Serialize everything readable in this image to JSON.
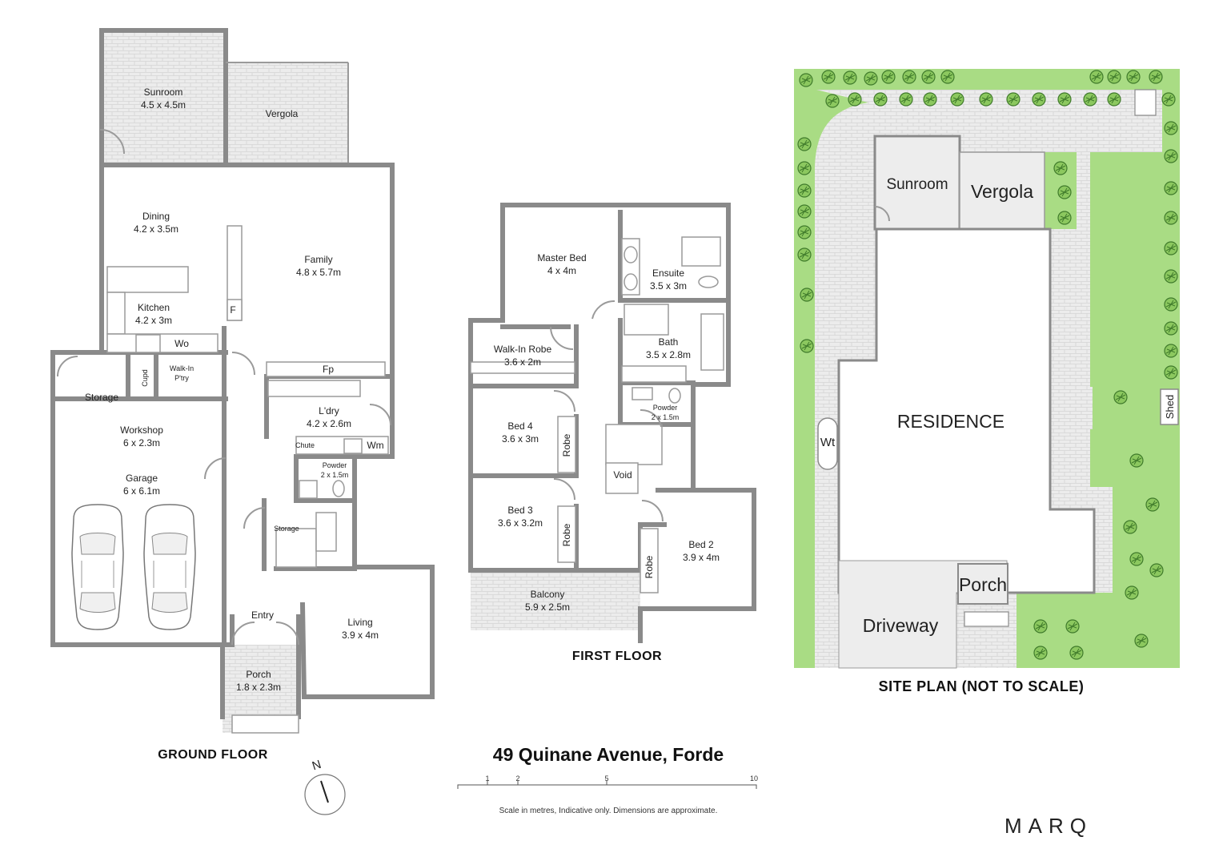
{
  "address": "49 Quinane Avenue, Forde",
  "brand": "MARQ",
  "scale_note": "Scale in metres, Indicative only. Dimensions are approximate.",
  "scale_ticks": [
    "1",
    "2",
    "5",
    "10"
  ],
  "compass_letter": "N",
  "ground_floor": {
    "heading": "GROUND FLOOR",
    "rooms": {
      "sunroom": {
        "name": "Sunroom",
        "dims": "4.5 x 4.5m"
      },
      "vergola": {
        "name": "Vergola"
      },
      "dining": {
        "name": "Dining",
        "dims": "4.2 x 3.5m"
      },
      "family": {
        "name": "Family",
        "dims": "4.8 x 5.7m"
      },
      "kitchen": {
        "name": "Kitchen",
        "dims": "4.2 x 3m"
      },
      "storage": {
        "name": "Storage"
      },
      "workshop": {
        "name": "Workshop",
        "dims": "6 x 2.3m"
      },
      "garage": {
        "name": "Garage",
        "dims": "6 x 6.1m"
      },
      "laundry": {
        "name": "L'dry",
        "dims": "4.2 x 2.6m"
      },
      "powder": {
        "name": "Powder",
        "dims": "2 x 1.5m"
      },
      "stair_storage": {
        "name": "Storage"
      },
      "entry": {
        "name": "Entry"
      },
      "living": {
        "name": "Living",
        "dims": "3.9 x 4m"
      },
      "porch": {
        "name": "Porch",
        "dims": "1.8 x 2.3m"
      },
      "walkin_pantry_1": "Walk-In",
      "walkin_pantry_2": "P'try"
    },
    "fixtures": {
      "fridge": "F",
      "wall_oven": "Wo",
      "fireplace": "Fp",
      "cupboard": "Cupd",
      "chute": "Chute",
      "washing_machine": "Wm"
    }
  },
  "first_floor": {
    "heading": "FIRST FLOOR",
    "rooms": {
      "master": {
        "name": "Master Bed",
        "dims": "4 x 4m"
      },
      "ensuite": {
        "name": "Ensuite",
        "dims": "3.5 x 3m"
      },
      "wir": {
        "name": "Walk-In Robe",
        "dims": "3.6 x 2m"
      },
      "bath": {
        "name": "Bath",
        "dims": "3.5 x 2.8m"
      },
      "powder": {
        "name": "Powder",
        "dims": "2 x 1.5m"
      },
      "bed4": {
        "name": "Bed 4",
        "dims": "3.6 x 3m"
      },
      "bed3": {
        "name": "Bed 3",
        "dims": "3.6 x 3.2m"
      },
      "bed2": {
        "name": "Bed 2",
        "dims": "3.9 x 4m"
      },
      "void": {
        "name": "Void"
      },
      "balcony": {
        "name": "Balcony",
        "dims": "5.9 x 2.5m"
      },
      "robe": "Robe"
    }
  },
  "site_plan": {
    "heading": "SITE PLAN (NOT TO SCALE)",
    "labels": {
      "sunroom": "Sunroom",
      "vergola": "Vergola",
      "residence": "RESIDENCE",
      "porch": "Porch",
      "driveway": "Driveway",
      "water_tank": "Wt",
      "shed": "Shed"
    }
  },
  "colors": {
    "wall": "#8a8a8a",
    "lawn": "#a9dc84",
    "plant": "#8cc85f",
    "paving": "#e8e8e8"
  }
}
